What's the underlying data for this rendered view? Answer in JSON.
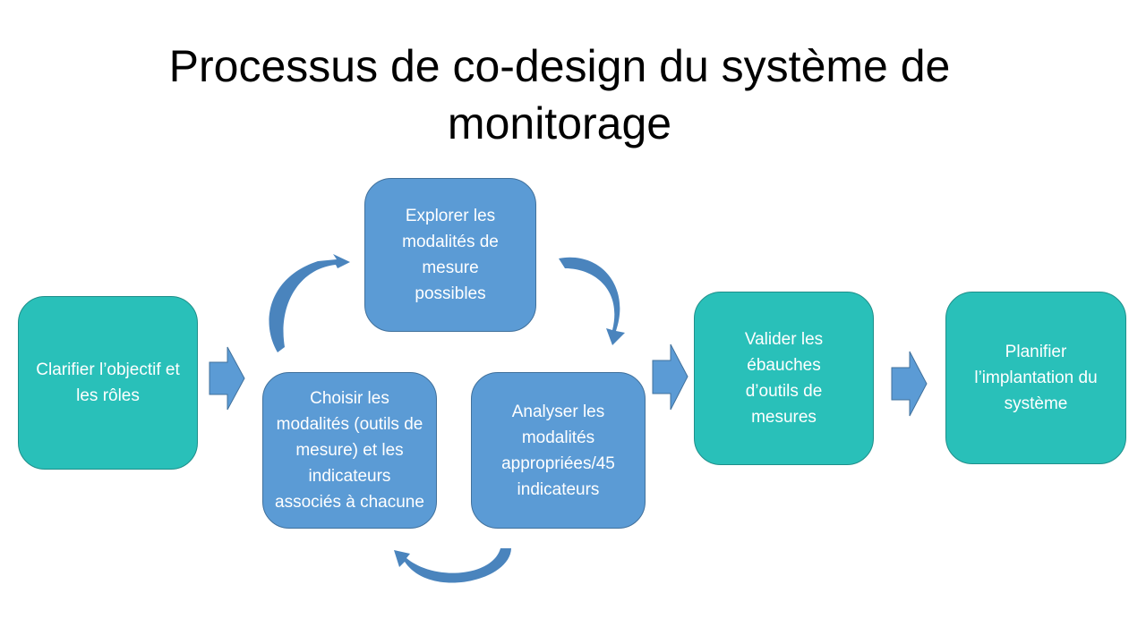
{
  "title": "Processus de co-design du système de monitorage",
  "steps": {
    "clarify": "Clarifier l’objectif et les rôles",
    "explore": "Explorer les modalités de mesure possibles",
    "choose": "Choisir les modalités (outils de mesure) et les indicateurs associés à chacune",
    "analyze": "Analyser les modalités appropriées/45 indicateurs",
    "validate": "Valider les ébauches d’outils de mesures",
    "plan": "Planifier l’implantation du système"
  },
  "colors": {
    "teal": "#29c0b9",
    "blue": "#5b9bd5",
    "blue_dark": "#41719c"
  }
}
